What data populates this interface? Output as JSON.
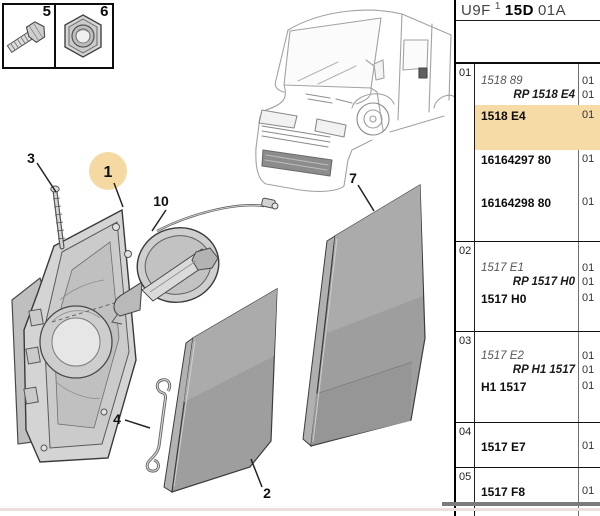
{
  "header": {
    "prefix": "U9F",
    "sup": "1",
    "mid": "15D",
    "suffix": "01A"
  },
  "hardware": {
    "items": [
      {
        "num": "5",
        "name": "hex-bolt"
      },
      {
        "num": "6",
        "name": "hex-nut"
      }
    ]
  },
  "diagram": {
    "callouts": {
      "c1": "1",
      "c2": "2",
      "c3": "3",
      "c4": "4",
      "c7": "7",
      "c10": "10"
    }
  },
  "sidebar": {
    "sections": [
      {
        "num": "01",
        "rows": [
          {
            "label": "1518 89",
            "qty": "01",
            "style": "ref"
          },
          {
            "label": "RP 1518 E4",
            "qty": "01",
            "style": "rp"
          },
          {
            "label": "1518 E4",
            "qty": "01",
            "style": "pn",
            "highlighted": true
          },
          {
            "label": "16164297 80",
            "qty": "01",
            "style": "pn"
          },
          {
            "label": "16164298 80",
            "qty": "01",
            "style": "pn"
          }
        ]
      },
      {
        "num": "02",
        "rows": [
          {
            "label": "1517 E1",
            "qty": "01",
            "style": "ref"
          },
          {
            "label": "RP 1517 H0",
            "qty": "01",
            "style": "rp"
          },
          {
            "label": "1517 H0",
            "qty": "01",
            "style": "pn"
          }
        ]
      },
      {
        "num": "03",
        "rows": [
          {
            "label": "1517 E2",
            "qty": "01",
            "style": "ref"
          },
          {
            "label": "RP H1 1517",
            "qty": "01",
            "style": "rp"
          },
          {
            "label": "H1 1517",
            "qty": "01",
            "style": "pn"
          }
        ]
      },
      {
        "num": "04",
        "rows": [
          {
            "label": "1517 E7",
            "qty": "01",
            "style": "pn"
          }
        ]
      },
      {
        "num": "05",
        "rows": [
          {
            "label": "1517 F8",
            "qty": "01",
            "style": "pn"
          }
        ]
      }
    ]
  },
  "colors": {
    "highlight": "#f6dba6",
    "callout_highlight": "#f3d79e"
  }
}
